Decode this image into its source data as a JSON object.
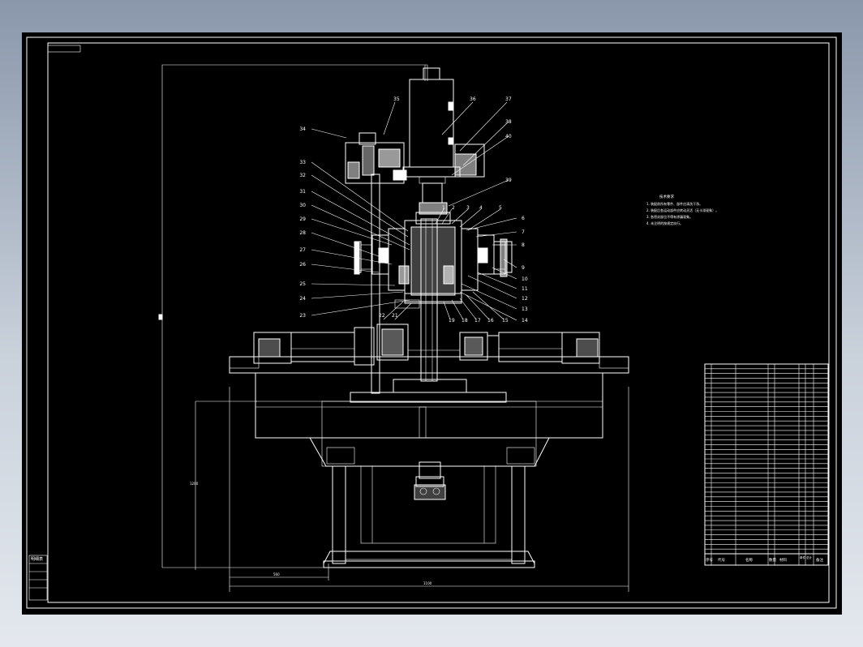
{
  "window": {
    "background_color": "#000000",
    "line_color": "#ffffff"
  },
  "drawing": {
    "dimensions": {
      "bottom_total": "1100",
      "bottom_left": "560",
      "left_height": "1200"
    },
    "callouts_left": [
      "34",
      "33",
      "32",
      "31",
      "30",
      "29",
      "28",
      "27",
      "26",
      "25",
      "24",
      "23"
    ],
    "callouts_bottom": [
      "22",
      "21",
      "19",
      "18",
      "17",
      "16",
      "15"
    ],
    "callouts_right": [
      "6",
      "7",
      "8",
      "9",
      "10",
      "11",
      "12",
      "13",
      "14"
    ],
    "callouts_top": [
      "35",
      "36",
      "37",
      "38",
      "39",
      "40",
      "1",
      "2",
      "3",
      "4",
      "5"
    ],
    "tech_requirements": {
      "title": "技术要求",
      "lines": [
        "1. 装配前所有零件、部件应清洗干净。",
        "2. 装配后各运动部件应转动灵活（无卡滞现象）。",
        "3. 各密封部位不得有渗漏现象。",
        "4. 未注明的按规定执行。"
      ]
    },
    "title_block": {
      "label": "明细表"
    },
    "bom_header": [
      "序号",
      "代号",
      "名称",
      "数量",
      "材料",
      "单件",
      "总计",
      "备注"
    ]
  }
}
